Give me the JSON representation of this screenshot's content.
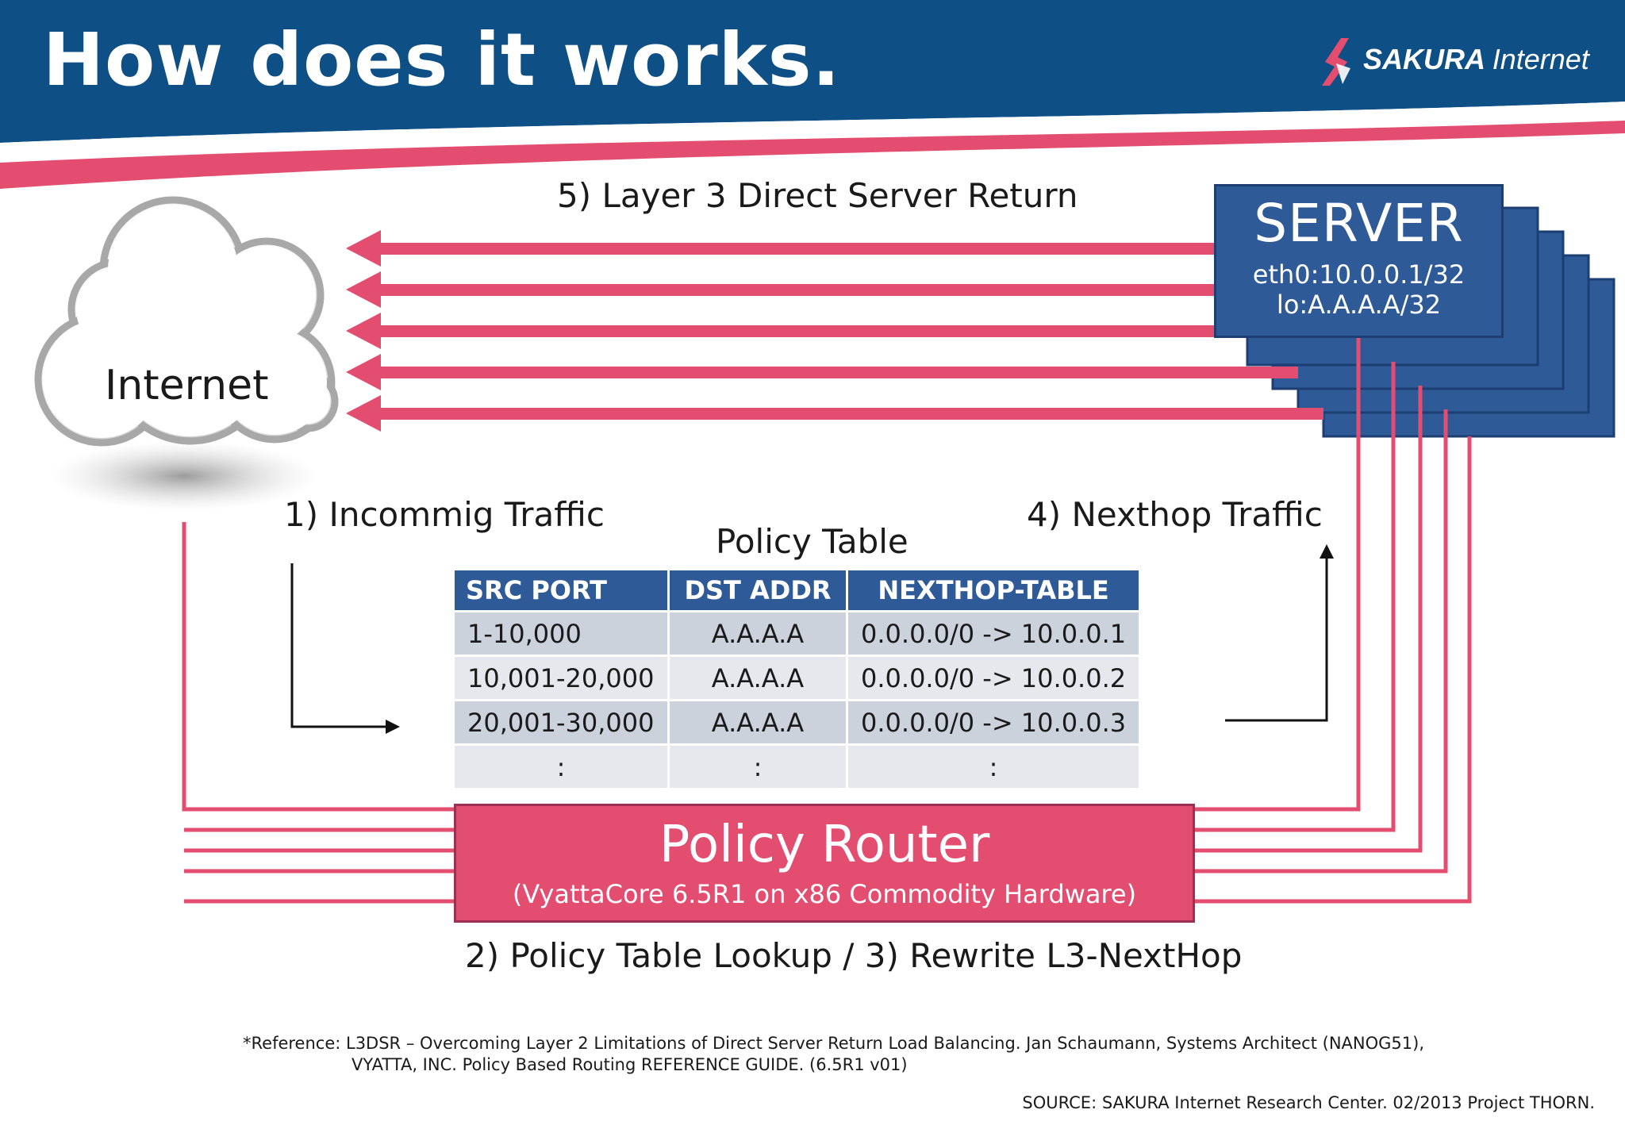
{
  "header": {
    "title": "How does it works.",
    "logo_brand": "SAKURA",
    "logo_suffix": "Internet"
  },
  "colors": {
    "header_blue": "#0e4f86",
    "accent_pink": "#e34d70",
    "server_blue": "#2f5a98"
  },
  "cloud": {
    "label": "Internet"
  },
  "server": {
    "title": "SERVER",
    "eth0": "eth0:10.0.0.1/32",
    "lo": "lo:A.A.A.A/32"
  },
  "steps": {
    "step5": "5) Layer 3 Direct Server Return",
    "step1": "1)  Incommig Traffic",
    "step4": "4) Nexthop Traffic",
    "step23": "2) Policy Table Lookup / 3) Rewrite L3-NextHop"
  },
  "policy_table": {
    "title": "Policy Table",
    "columns": [
      "SRC PORT",
      "DST ADDR",
      "NEXTHOP-TABLE"
    ],
    "rows": [
      [
        "1-10,000",
        "A.A.A.A",
        "0.0.0.0/0 -> 10.0.0.1"
      ],
      [
        "10,001-20,000",
        "A.A.A.A",
        "0.0.0.0/0 -> 10.0.0.2"
      ],
      [
        "20,001-30,000",
        "A.A.A.A",
        "0.0.0.0/0 -> 10.0.0.3"
      ],
      [
        ":",
        ":",
        ":"
      ]
    ]
  },
  "router": {
    "title": "Policy Router",
    "subtitle": "(VyattaCore 6.5R1 on x86 Commodity Hardware)"
  },
  "footer": {
    "reference_line1": "*Reference: L3DSR – Overcoming Layer 2 Limitations of Direct Server Return Load Balancing. Jan Schaumann, Systems Architect (NANOG51),",
    "reference_line2": "VYATTA, INC. Policy Based Routing REFERENCE GUIDE. (6.5R1 v01)",
    "source": "SOURCE: SAKURA Internet Research Center.  02/2013  Project THORN."
  }
}
